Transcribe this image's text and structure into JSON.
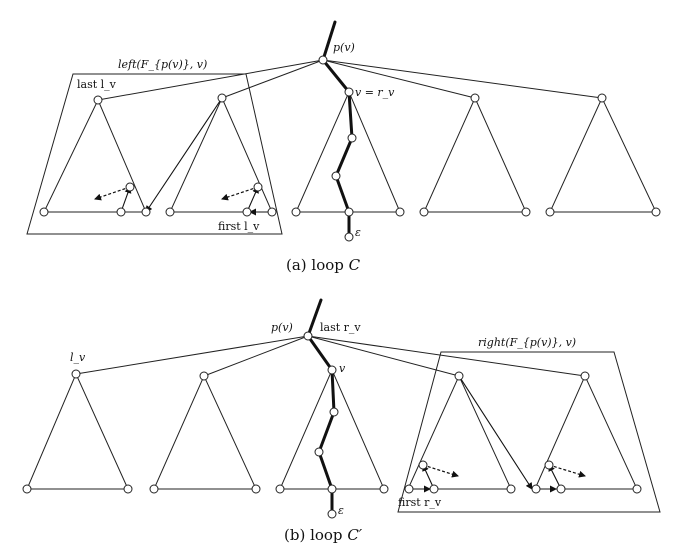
{
  "diagram_a": {
    "caption_prefix": "(a) loop ",
    "caption_var": "C",
    "label_pv": "p(v)",
    "label_v_eq_rv": "v = r_v",
    "label_left_forest": "left(F_{p(v)}, v)",
    "label_last_lv": "last l_v",
    "label_first_lv": "first l_v",
    "label_epsilon": "ε"
  },
  "diagram_b": {
    "caption_prefix": "(b) loop ",
    "caption_var": "C′",
    "label_pv": "p(v)",
    "label_last_rv": "last r_v",
    "label_v": "v",
    "label_lv": "l_v",
    "label_right_forest": "right(F_{p(v)}, v)",
    "label_first_rv": "first r_v",
    "label_epsilon": "ε"
  }
}
